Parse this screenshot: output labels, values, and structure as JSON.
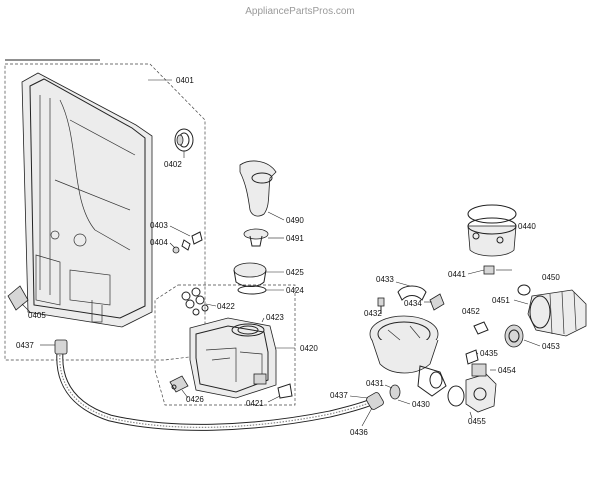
{
  "watermark": "AppliancePartsPros.com",
  "labels": [
    {
      "id": "0401",
      "text": "0401"
    },
    {
      "id": "0402",
      "text": "0402"
    },
    {
      "id": "0403",
      "text": "0403"
    },
    {
      "id": "0404",
      "text": "0404"
    },
    {
      "id": "0405",
      "text": "0405"
    },
    {
      "id": "0437a",
      "text": "0437"
    },
    {
      "id": "0490",
      "text": "0490"
    },
    {
      "id": "0491",
      "text": "0491"
    },
    {
      "id": "0425",
      "text": "0425"
    },
    {
      "id": "0424",
      "text": "0424"
    },
    {
      "id": "0422",
      "text": "0422"
    },
    {
      "id": "0423",
      "text": "0423"
    },
    {
      "id": "0420",
      "text": "0420"
    },
    {
      "id": "0426",
      "text": "0426"
    },
    {
      "id": "0421",
      "text": "0421"
    },
    {
      "id": "0437b",
      "text": "0437"
    },
    {
      "id": "0436",
      "text": "0436"
    },
    {
      "id": "0433",
      "text": "0433"
    },
    {
      "id": "0432",
      "text": "0432"
    },
    {
      "id": "0434",
      "text": "0434"
    },
    {
      "id": "0431",
      "text": "0431"
    },
    {
      "id": "0430",
      "text": "0430"
    },
    {
      "id": "0440",
      "text": "0440"
    },
    {
      "id": "0441",
      "text": "0441"
    },
    {
      "id": "0450",
      "text": "0450"
    },
    {
      "id": "0452",
      "text": "0452"
    },
    {
      "id": "0451",
      "text": "0451"
    },
    {
      "id": "0453",
      "text": "0453"
    },
    {
      "id": "0435",
      "text": "0435"
    },
    {
      "id": "0454",
      "text": "0454"
    },
    {
      "id": "0455",
      "text": "0455"
    }
  ]
}
